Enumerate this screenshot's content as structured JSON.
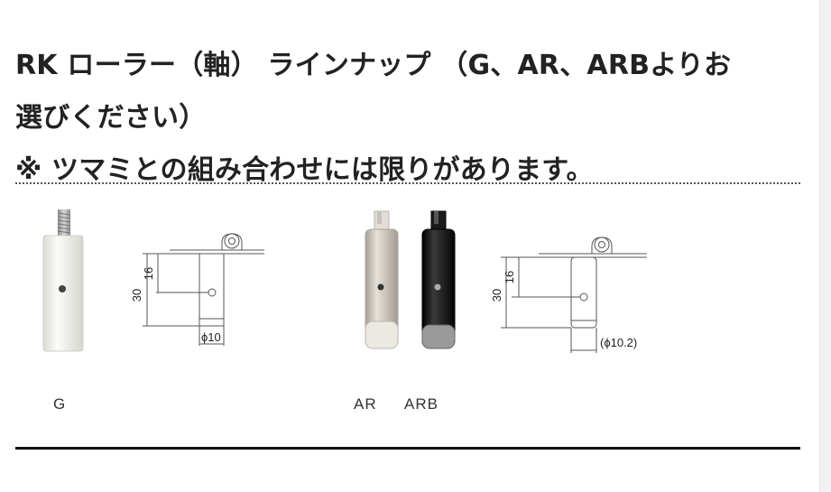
{
  "heading": {
    "line1": "RK ローラー（軸） ラインナップ （G、AR、ARBよりお",
    "line2": "選びください）",
    "line3": "※ ツマミとの組み合わせには限りがあります。"
  },
  "products": {
    "g": {
      "caption": "G",
      "dim_total": "30",
      "dim_hole": "16",
      "diameter": "ϕ10"
    },
    "ar_arb": {
      "caption_ar": "AR",
      "caption_arb": "ARB",
      "dim_total": "30",
      "dim_hole": "16",
      "diameter": "(ϕ10.2)"
    }
  },
  "colors": {
    "text": "#222222",
    "g_body": "#f1f1ec",
    "ar_body": "#c9c2ba",
    "arb_body": "#111111"
  }
}
